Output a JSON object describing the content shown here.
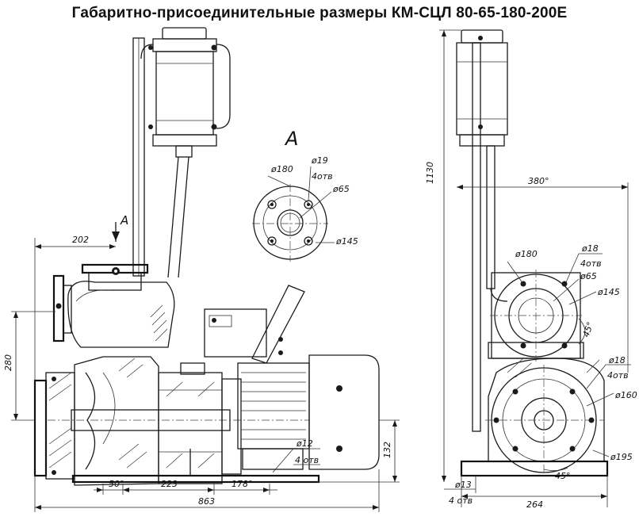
{
  "title": "Габаритно-присоединительные размеры КМ-СЦЛ 80-65-180-200Е",
  "side_view": {
    "section_mark": "A",
    "dim_top": "202",
    "dim_height": "280",
    "dim_shaft": "132",
    "dim_bottom_1": "50°",
    "dim_bottom_2": "223",
    "dim_bottom_3": "178°",
    "dim_overall": "863",
    "hole_dia": "ø12",
    "hole_count": "4 отв"
  },
  "view_a": {
    "label": "A",
    "d_bolt_circle": "ø180",
    "d_hole": "ø19",
    "hole_count": "4отв",
    "d_bore": "ø65",
    "d_outer": "ø145"
  },
  "front_view": {
    "dim_height": "1130",
    "dim_width": "380°",
    "upper_flange_bolt_circle": "ø180",
    "upper_flange_hole": "ø18",
    "upper_flange_holes": "4отв",
    "upper_flange_bore": "ø65",
    "upper_flange_outer": "ø145",
    "upper_flange_angle": "45°",
    "lower_flange_hole": "ø18",
    "lower_flange_holes": "4отв",
    "lower_flange_bolt_circle": "ø160",
    "lower_flange_outer": "ø195",
    "lower_flange_angle": "45°",
    "foot_hole": "ø13",
    "foot_holes": "4 отв",
    "dim_base": "264"
  }
}
